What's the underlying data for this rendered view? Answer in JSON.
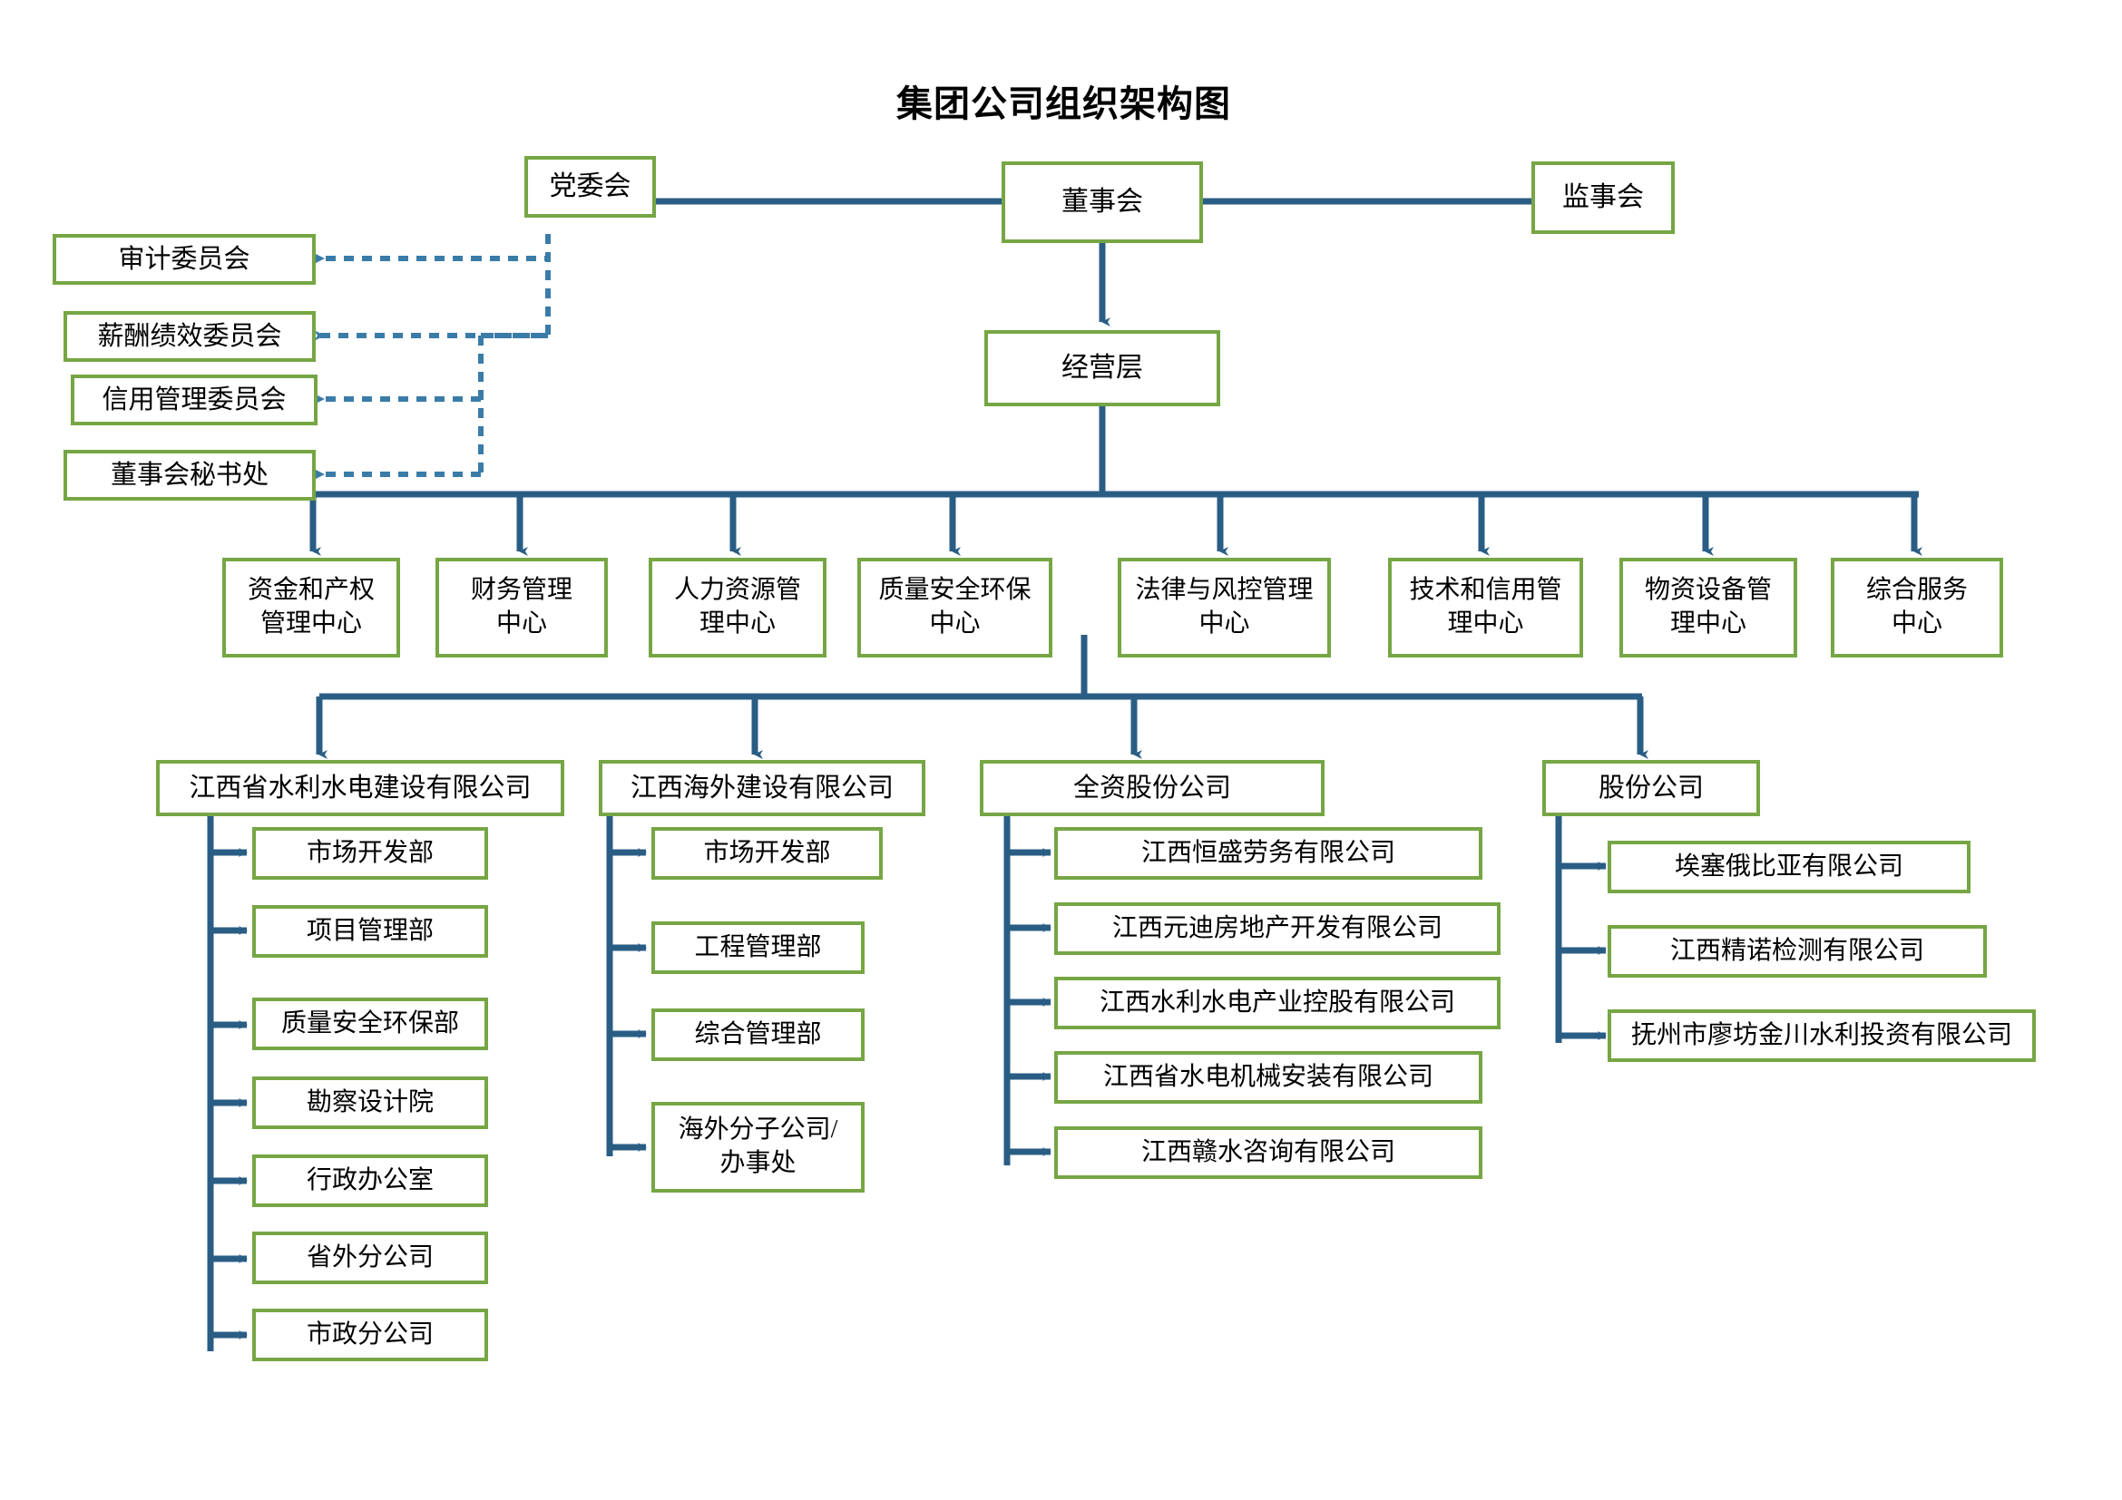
{
  "title": "集团公司组织架构图",
  "colors": {
    "node_border": "#76a644",
    "connector": "#2a5d84",
    "dashed_connector": "#3a7ca8",
    "text": "#000000",
    "background": "#ffffff"
  },
  "chart_data": {
    "type": "diagram",
    "diagram_kind": "organization-chart",
    "title": "集团公司组织架构图"
  },
  "governance": {
    "party_committee": "党委会",
    "board_of_directors": "董事会",
    "board_of_supervisors": "监事会",
    "management": "经营层"
  },
  "committees": [
    {
      "label": "审计委员会"
    },
    {
      "label": "薪酬绩效委员会"
    },
    {
      "label": "信用管理委员会"
    },
    {
      "label": "董事会秘书处"
    }
  ],
  "centers": [
    {
      "label": "资金和产权\n管理中心"
    },
    {
      "label": "财务管理\n中心"
    },
    {
      "label": "人力资源管\n理中心"
    },
    {
      "label": "质量安全环保\n中心"
    },
    {
      "label": "法律与风控管理\n中心"
    },
    {
      "label": "技术和信用管\n理中心"
    },
    {
      "label": "物资设备管\n理中心"
    },
    {
      "label": "综合服务\n中心"
    }
  ],
  "subsidiaries": [
    {
      "label": "江西省水利水电建设有限公司",
      "children": [
        {
          "label": "市场开发部"
        },
        {
          "label": "项目管理部"
        },
        {
          "label": "质量安全环保部"
        },
        {
          "label": "勘察设计院"
        },
        {
          "label": "行政办公室"
        },
        {
          "label": "省外分公司"
        },
        {
          "label": "市政分公司"
        }
      ]
    },
    {
      "label": "江西海外建设有限公司",
      "children": [
        {
          "label": "市场开发部"
        },
        {
          "label": "工程管理部"
        },
        {
          "label": "综合管理部"
        },
        {
          "label": "海外分子公司/\n办事处"
        }
      ]
    },
    {
      "label": "全资股份公司",
      "children": [
        {
          "label": "江西恒盛劳务有限公司"
        },
        {
          "label": "江西元迪房地产开发有限公司"
        },
        {
          "label": "江西水利水电产业控股有限公司"
        },
        {
          "label": "江西省水电机械安装有限公司"
        },
        {
          "label": "江西赣水咨询有限公司"
        }
      ]
    },
    {
      "label": "股份公司",
      "children": [
        {
          "label": "埃塞俄比亚有限公司"
        },
        {
          "label": "江西精诺检测有限公司"
        },
        {
          "label": "抚州市廖坊金川水利投资有限公司"
        }
      ]
    }
  ]
}
